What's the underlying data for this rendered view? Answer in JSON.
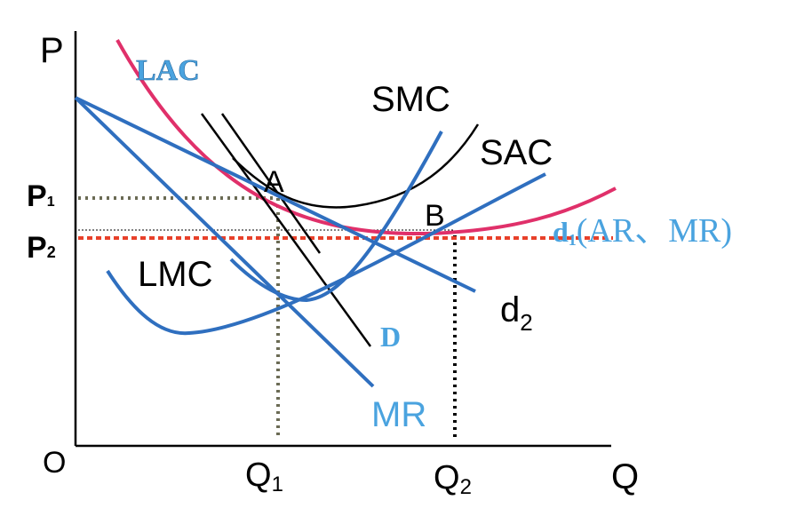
{
  "axes": {
    "y_label": "P",
    "x_label": "Q",
    "origin": "O"
  },
  "price_labels": {
    "p1": "P",
    "p1_sub": "1",
    "p2": "P",
    "p2_sub": "2"
  },
  "quantity_labels": {
    "q1": "Q",
    "q1_sub": "1",
    "q2": "Q",
    "q2_sub": "2"
  },
  "curve_labels": {
    "lac": "LAC",
    "smc": "SMC",
    "sac": "SAC",
    "lmc": "LMC",
    "d": "D",
    "mr": "MR",
    "d1_main": "d",
    "d1_sub": "1",
    "d1_suffix": "(AR、MR)",
    "d2_main": "d",
    "d2_sub": "2"
  },
  "points": {
    "a": "A",
    "b": "B"
  },
  "colors": {
    "lac": "#e0306a",
    "blue": "#2f6fbf",
    "light_blue": "#4aa3df",
    "red_dashed": "#e8402a",
    "gray_dotted": "#6b6b55",
    "black": "#000000"
  }
}
